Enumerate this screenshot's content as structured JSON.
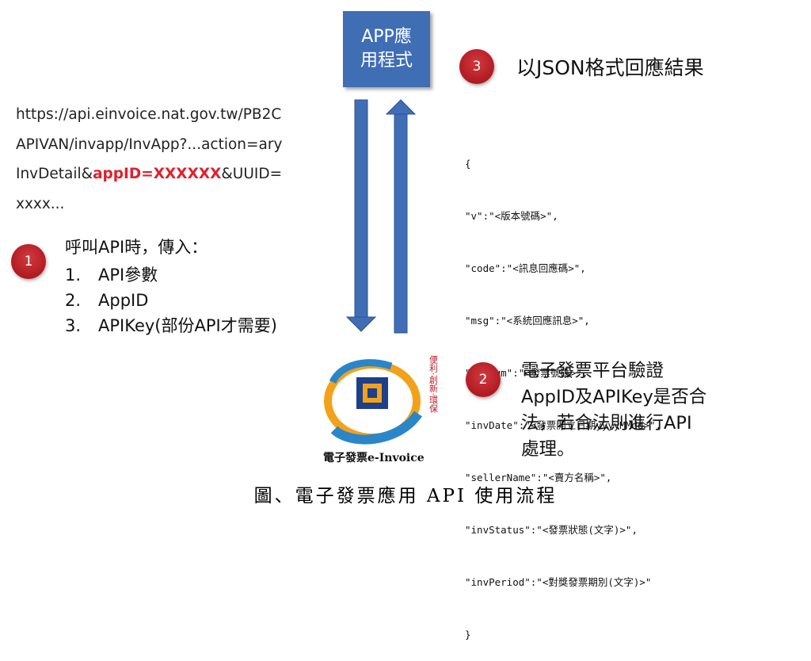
{
  "app": {
    "label_line1": "APP應",
    "label_line2": "用程式"
  },
  "steps": {
    "step1": {
      "number": "1",
      "intro": "呼叫API時，傳入：",
      "items": [
        {
          "num": "1.",
          "text": "API參數"
        },
        {
          "num": "2.",
          "text": "AppID"
        },
        {
          "num": "3.",
          "text": "APIKey(部份API才需要)"
        }
      ]
    },
    "step2": {
      "number": "2",
      "line1": "電子發票平台驗證",
      "line2": "AppID及APIKey是否合",
      "line3": "法，若合法則進行API",
      "line4": "處理。"
    },
    "step3": {
      "number": "3",
      "text": "以JSON格式回應結果"
    }
  },
  "url": {
    "line1": "https://api.einvoice.nat.gov.tw/PB2C",
    "line2": "APIVAN/invapp/InvApp?...action=ary",
    "line3_a": "InvDetail&",
    "line3_red": "appID=XXXXXX",
    "line3_b": "&UUID=",
    "line4": "xxxx..."
  },
  "json_lines": [
    "{",
    "\"v\":\"<版本號碼>\",",
    "\"code\":\"<訊息回應碼>\",",
    "\"msg\":\"<系統回應訊息>\",",
    "\"invNum\":\"<發票號碼>\",",
    "\"invDate\":\"<發票開立日期yyyyMMdd>\",",
    "\"sellerName\":\"<賣方名稱>\",",
    "\"invStatus\":\"<發票狀態(文字)>\",",
    "\"invPeriod\":\"<對獎發票期別(文字)>\"",
    "}"
  ],
  "logo": {
    "text": "電子發票e-Invoice",
    "side_text": "便利‧創新‧環保"
  },
  "caption": "圖、電子發票應用 API 使用流程",
  "colors": {
    "app_box": "#3f6eb5",
    "arrow": "#3f6eb5",
    "step_circle": "#c0202a",
    "highlight": "#e0202c"
  }
}
